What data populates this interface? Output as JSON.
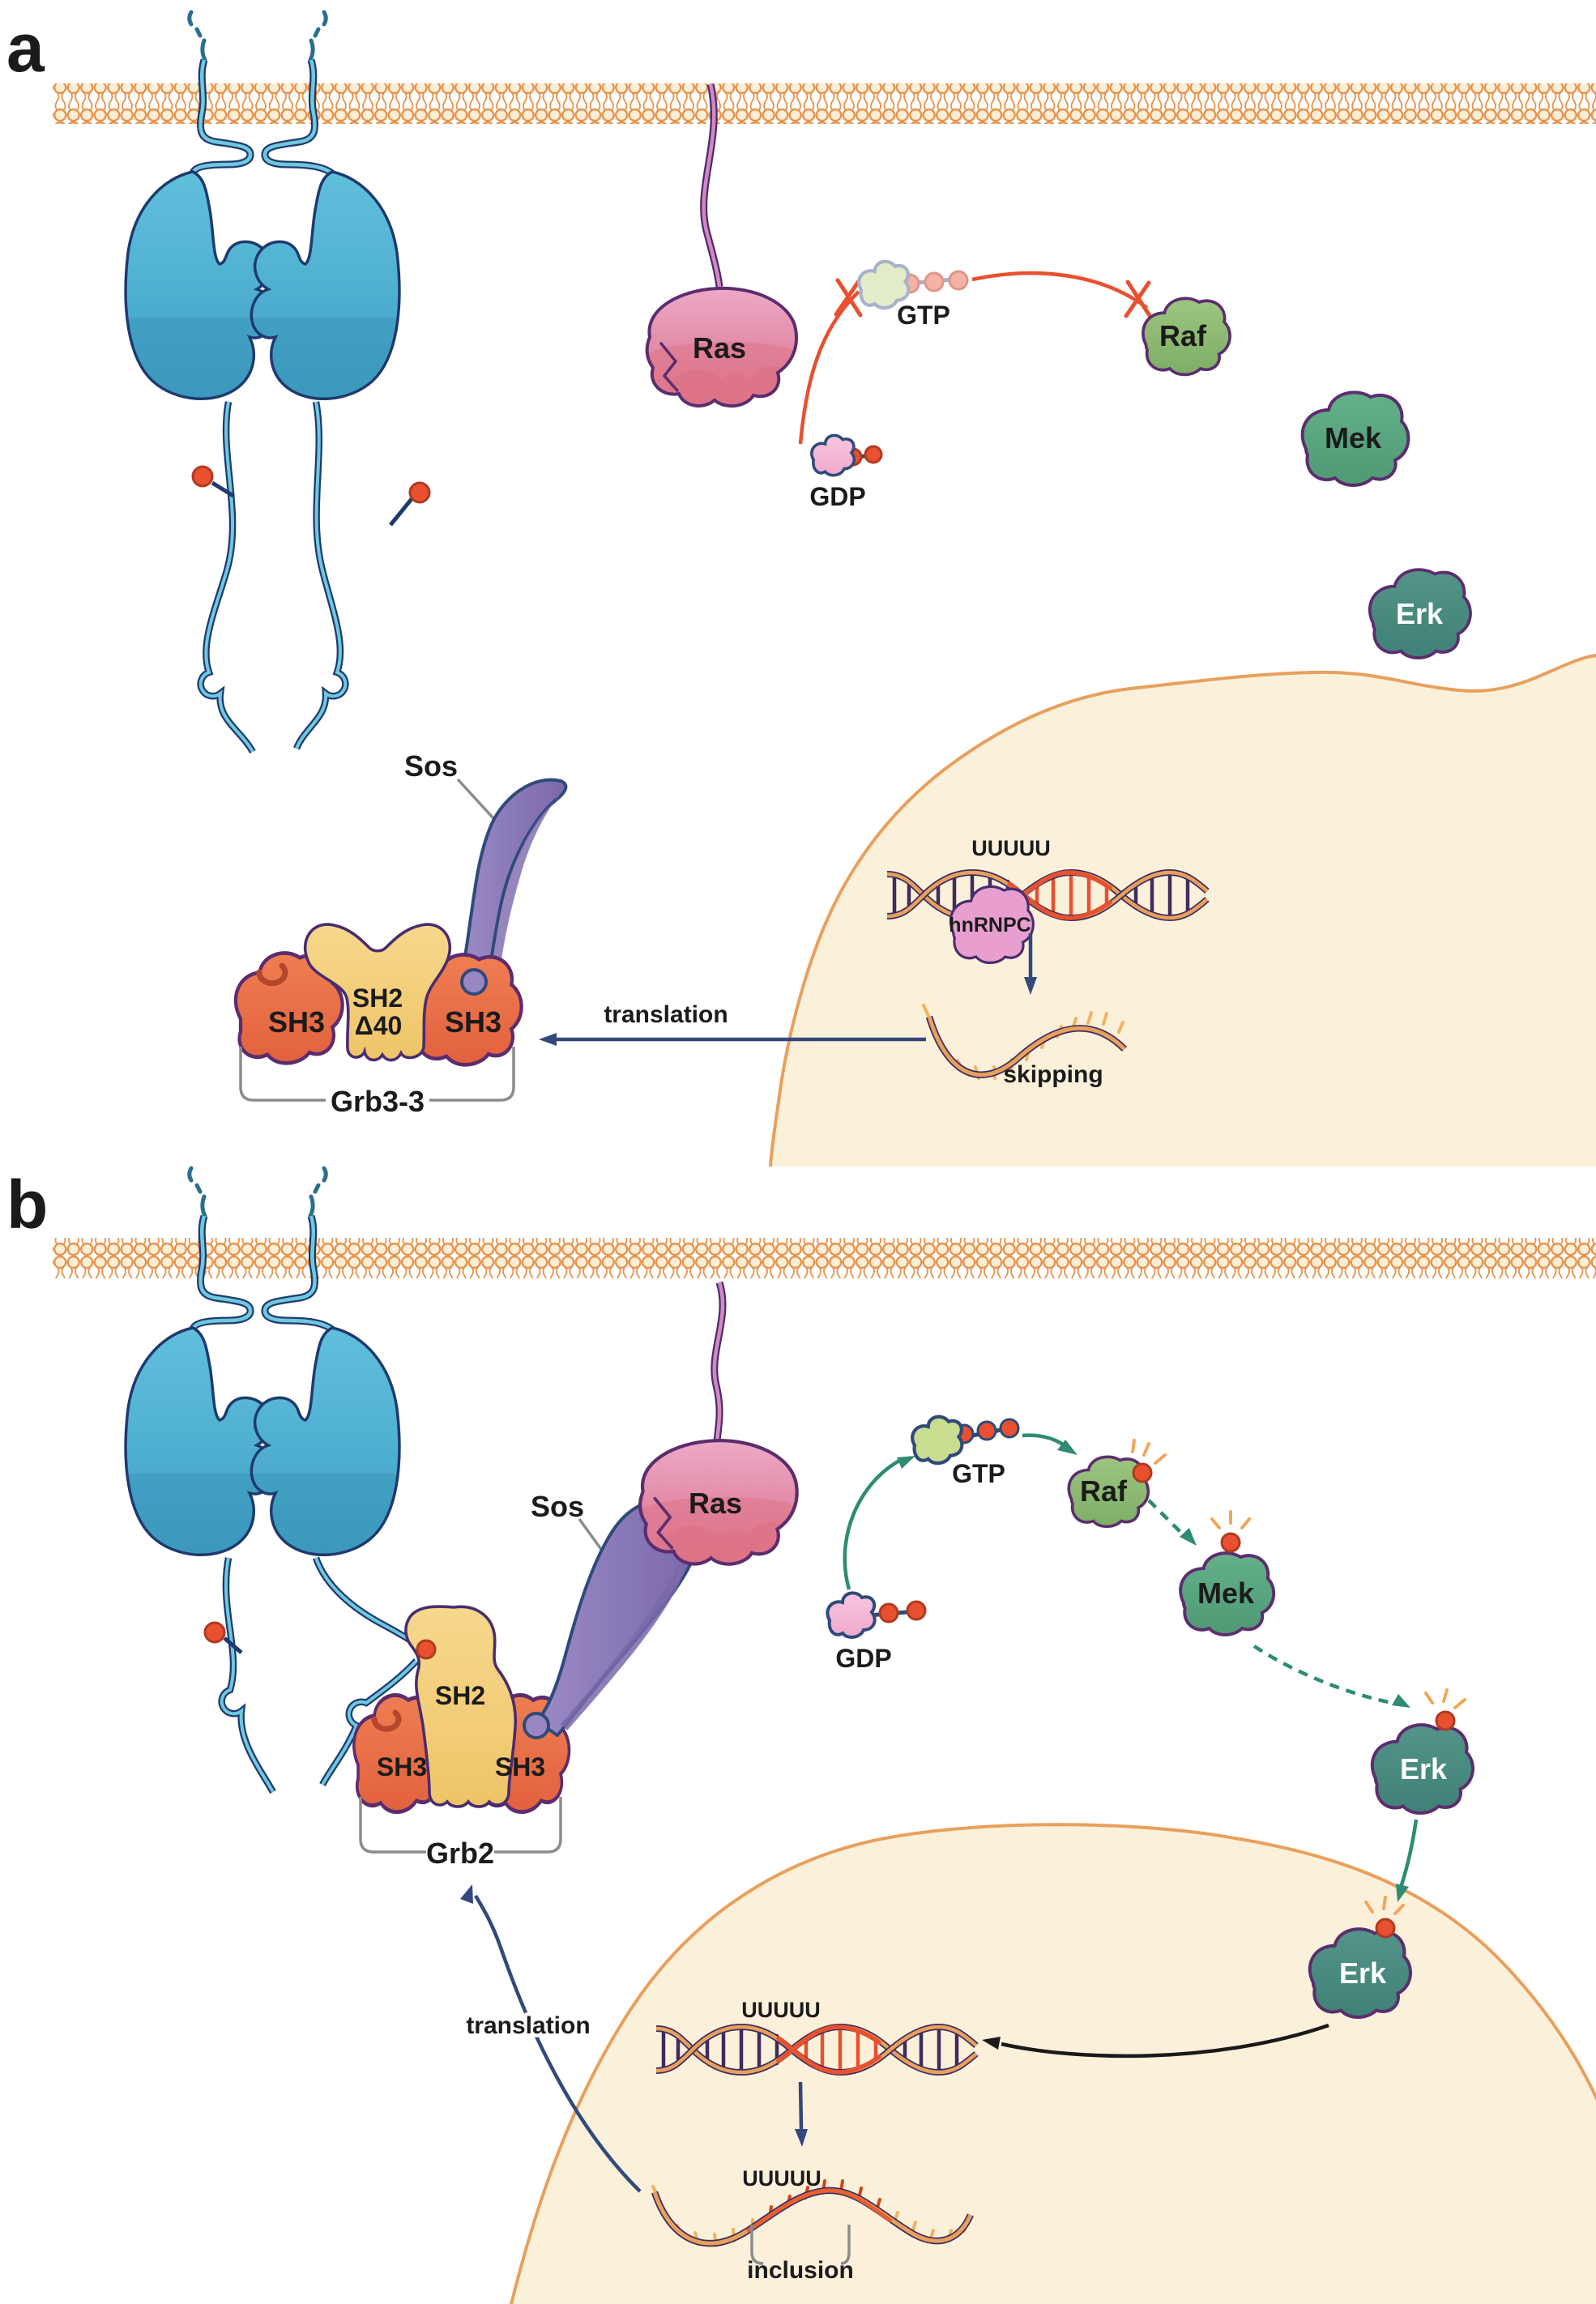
{
  "figure": {
    "type": "cell-signaling pathway diagram",
    "description": "RTK–Ras–Raf–Mek–Erk signaling controlling hnRNPC-dependent exon skipping (Grb3-3, panel a) versus exon inclusion (Grb2, panel b)"
  },
  "panel_a": {
    "panel_label": "a",
    "ras": "Ras",
    "gdp": "GDP",
    "gtp": "GTP",
    "raf": "Raf",
    "mek": "Mek",
    "erk": "Erk",
    "sos": "Sos",
    "sh3_left": "SH3",
    "sh2_line1": "SH2",
    "sh2_line2": "Δ40",
    "sh3_right": "SH3",
    "complex_label": "Grb3-3",
    "translation_label": "translation",
    "poly_u": "UUUUU",
    "hnrnpc": "hnRNPC",
    "splicing_outcome": "skipping"
  },
  "panel_b": {
    "panel_label": "b",
    "ras": "Ras",
    "gdp": "GDP",
    "gtp": "GTP",
    "raf": "Raf",
    "mek": "Mek",
    "erk_cytoplasmic": "Erk",
    "erk_nuclear": "Erk",
    "sos": "Sos",
    "sh3_left": "SH3",
    "sh2": "SH2",
    "sh3_right": "SH3",
    "complex_label": "Grb2",
    "translation_label": "translation",
    "poly_u_pre_mrna": "UUUUU",
    "poly_u_mrna": "UUUUU",
    "splicing_outcome": "inclusion"
  },
  "colors": {
    "membrane_outline": "#E8924A",
    "membrane_head": "#FBEED6",
    "receptor_blue": "#4FAFD0",
    "receptor_outline": "#1E3A6E",
    "strand_cyan": "#6FC8DE",
    "ras_pink": "#E28CAE",
    "raf_green": "#8CBA72",
    "mek_green": "#55A07E",
    "erk_teal": "#47887D",
    "sos_purple": "#8B7BB8",
    "sh2_yellow": "#F2CE7E",
    "sh3_orange": "#E8714A",
    "gdp_pink": "#F4B8D4",
    "gtp_inactive": "#DDEBC0",
    "gtp_active": "#C9DD90",
    "phospho_red": "#E8502F",
    "inhibit_arrow_red": "#E8502F",
    "activate_arrow_teal": "#2E8B74",
    "translation_arrow_navy": "#33497B",
    "nucleus_fill": "#FBF1DB",
    "nucleus_border": "#E8A05C",
    "dna_purple": "#3E2D5C",
    "dna_orange": "#E8A05C",
    "exon_red": "#E8512F",
    "hnrnpc_pink": "#E89FD0",
    "bracket_gray": "#8C8C8C"
  }
}
